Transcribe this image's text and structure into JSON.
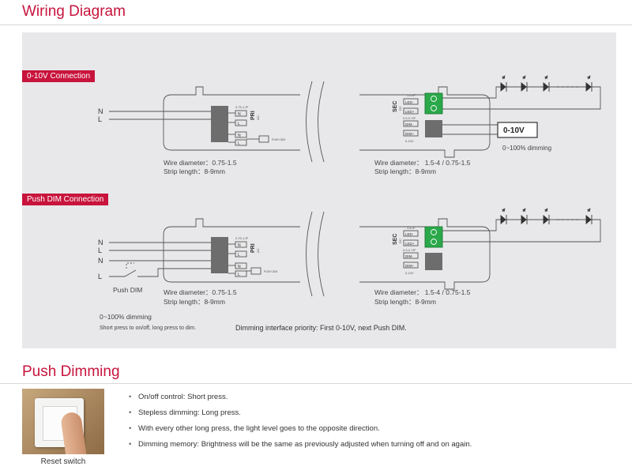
{
  "wiring_title": "Wiring Diagram",
  "push_title": "Push Dimming",
  "tag_0_10v": "0-10V Connection",
  "tag_push": "Push DIM Connection",
  "input": {
    "N": "N",
    "L": "L"
  },
  "pri_block": {
    "label": "PRI",
    "sub": "AC-",
    "spec": "0.75-1.5²",
    "pins": [
      "N",
      "L",
      "N",
      "L"
    ],
    "push_note": "PUSH DIM"
  },
  "sec_block": {
    "label": "SEC",
    "sub": "DC",
    "spec_top": "1.5-4²",
    "spec_bottom": "0.5-0.75²",
    "pins": [
      "LED-",
      "LED+",
      "DIM-",
      "DIM+"
    ],
    "note": "0-10V"
  },
  "wire_left": "Wire diameter：0.75-1.5",
  "wire_right": "Wire diameter： 1.5-4 / 0.75-1.5",
  "strip": "Strip length：8-9mm",
  "controller_label": "0-10V",
  "dim_range": "0~100% dimming",
  "push_dim_label": "Push DIM",
  "short_press_note": "Short press to on/off, long press to dim.",
  "priority_note": "Dimming interface priority: First 0-10V, next Push DIM.",
  "photo_caption": "Reset switch",
  "bullets": [
    "On/off control: Short press.",
    "Stepless dimming: Long press.",
    "With every other long press, the light level goes to the opposite direction.",
    "Dimming memory: Brightness will be the same as previously adjusted when turning off and on again."
  ],
  "colors": {
    "accent": "#c8143c",
    "terminal_green": "#2aa84a",
    "panel": "#e8e8ea"
  }
}
